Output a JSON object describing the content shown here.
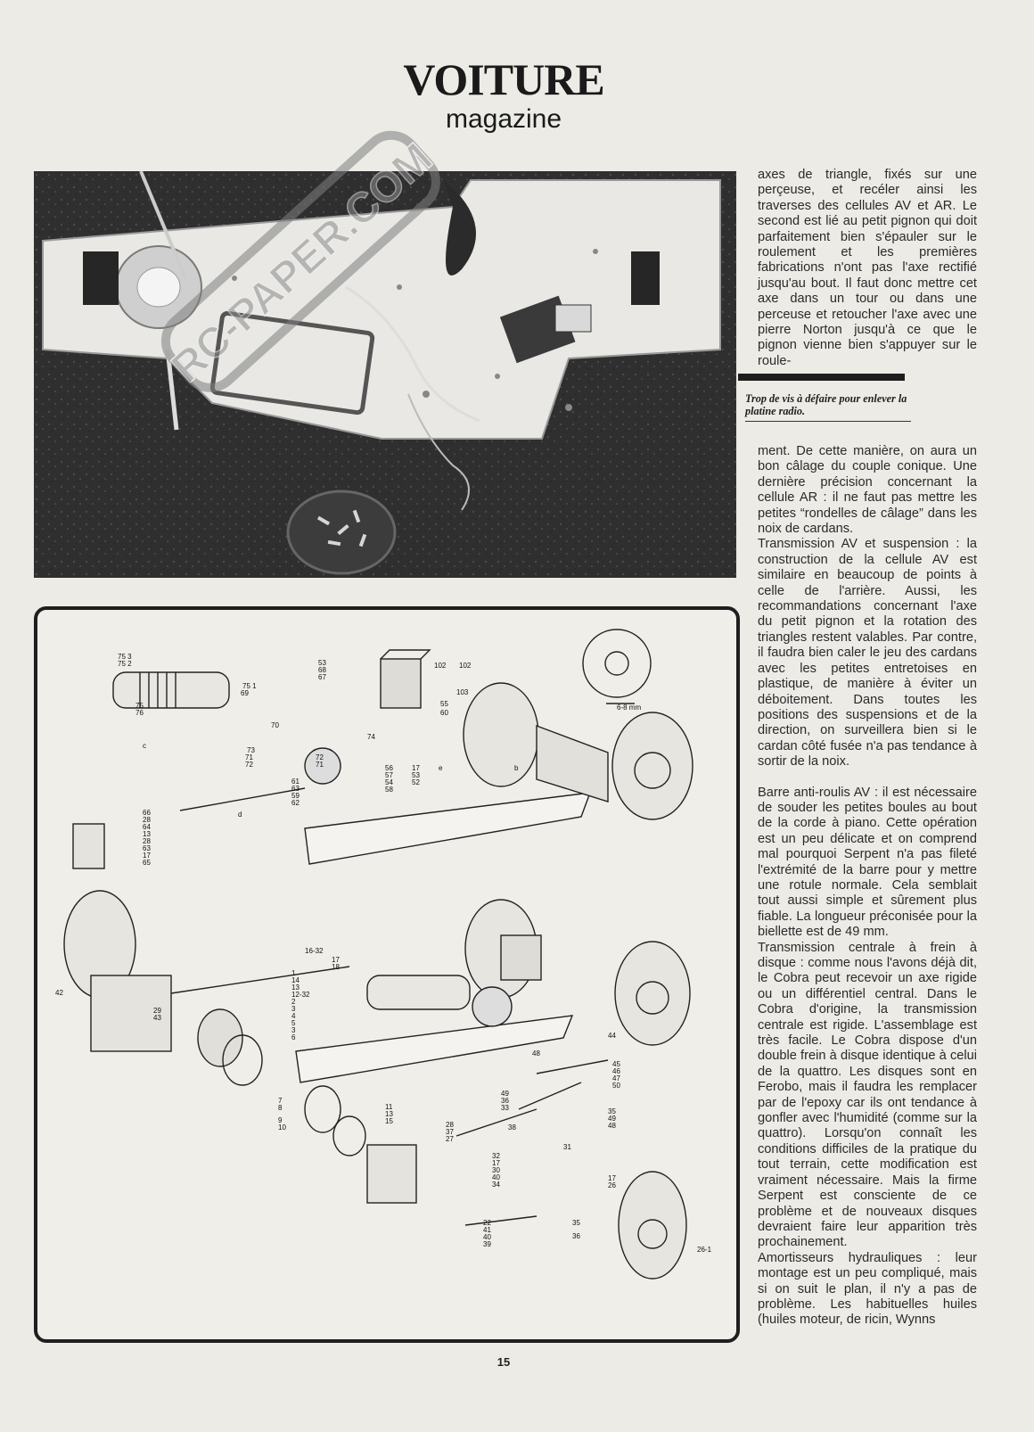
{
  "masthead": {
    "title": "VOITURE",
    "subtitle": "magazine"
  },
  "watermark": "RC-PAPER.COM",
  "photo_caption": "Trop de vis à défaire pour enlever la platine radio.",
  "column_top": {
    "paragraphs": [
      "axes de triangle, fixés sur une perçeuse, et recéler ainsi les traverses des cellules AV et AR. Le second est lié au petit pignon qui doit parfaitement bien s'épauler sur le roulement et les premières fabrications n'ont pas l'axe rectifié jusqu'au bout. Il faut donc mettre cet axe dans un tour ou dans une perceuse et retoucher l'axe avec une pierre Norton jusqu'à ce que le pignon vienne bien s'appuyer sur le roule-"
    ]
  },
  "column_bottom": {
    "paragraphs": [
      "ment. De cette manière, on aura un bon câlage du couple conique. Une dernière précision concernant la cellule AR : il ne faut pas mettre les petites “rondelles de câlage” dans les noix de cardans.",
      "Transmission AV et suspension : la construction de la cellule AV est similaire en beaucoup de points à celle de l'arrière. Aussi, les recommandations concernant l'axe du petit pignon et la rotation des triangles restent valables. Par contre, il faudra bien caler le jeu des cardans avec les petites entretoises en plastique, de manière à éviter un déboitement. Dans toutes les positions des suspensions et de la direction, on surveillera bien si le cardan côté fusée n'a pas tendance à sortir de la noix.",
      "Barre anti-roulis AV : il est nécessaire de souder les petites boules au bout de la corde à piano. Cette opération est un peu délicate et on comprend mal pourquoi Serpent n'a pas fileté l'extrémité de la barre pour y mettre une rotule normale. Cela semblait tout aussi simple et sûrement plus fiable. La longueur préconisée pour la biellette est de 49 mm.",
      "Transmission centrale à frein à disque : comme nous l'avons déjà dit, le Cobra peut recevoir un axe rigide ou un différentiel central. Dans le Cobra d'origine, la transmission centrale est rigide. L'assemblage est très facile. Le Cobra dispose d'un double frein à disque identique à celui de la quattro. Les disques sont en Ferobo, mais il faudra les remplacer par de l'epoxy car ils ont tendance à gonfler avec l'humidité (comme sur la quattro). Lorsqu'on connaît les conditions difficiles de la pratique du tout terrain, cette modification est vraiment nécessaire. Mais la firme Serpent est consciente de ce problème et de nouveaux disques devraient faire leur apparition très prochainement.",
      "Amortisseurs hydrauliques : leur montage est un peu compliqué, mais si on suit le plan, il n'y a pas de problème. Les habituelles huiles (huiles moteur, de ricin, Wynns"
    ]
  },
  "diagram": {
    "dimension_label": "6-8 mm",
    "part_labels": [
      "75 3",
      "75 2",
      "75 1",
      "69",
      "75",
      "76",
      "c",
      "53",
      "68",
      "67",
      "102",
      "102",
      "103",
      "55",
      "60",
      "70",
      "73",
      "71",
      "72",
      "72",
      "71",
      "74",
      "56",
      "57",
      "54",
      "58",
      "17",
      "53",
      "52",
      "e",
      "b",
      "61",
      "63",
      "59",
      "62",
      "d",
      "66",
      "28",
      "64",
      "13",
      "28",
      "63",
      "17",
      "65",
      "16-32",
      "17",
      "18",
      "1",
      "14",
      "13",
      "12-32",
      "2",
      "3",
      "4",
      "5",
      "3",
      "6",
      "42",
      "29",
      "43",
      "7",
      "8",
      "9",
      "10",
      "11",
      "13",
      "15",
      "28",
      "37",
      "27",
      "38",
      "44",
      "48",
      "45",
      "46",
      "47",
      "50",
      "49",
      "36",
      "33",
      "35",
      "49",
      "48",
      "31",
      "32",
      "17",
      "30",
      "40",
      "34",
      "17",
      "26",
      "22",
      "41",
      "40",
      "39",
      "35",
      "36",
      "26-1"
    ]
  },
  "page_number": "15"
}
